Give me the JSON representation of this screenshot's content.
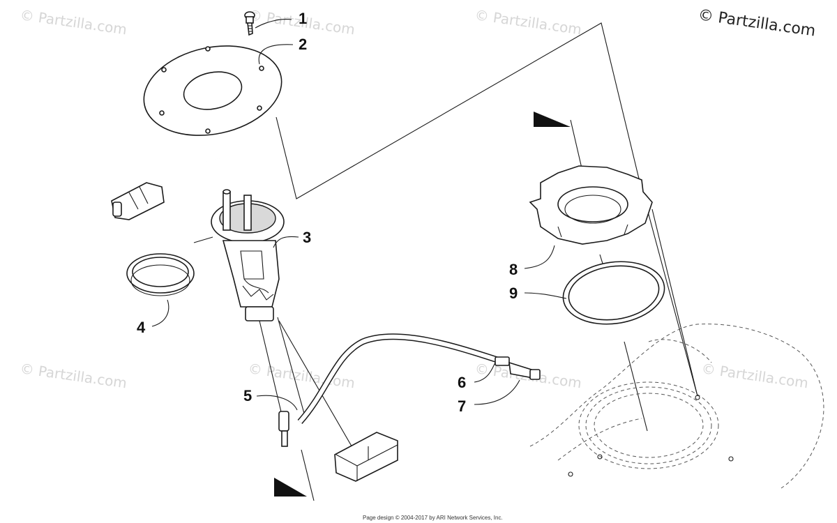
{
  "brand": {
    "text": "© Partzilla.com"
  },
  "watermark": {
    "text": "© Partzilla.com"
  },
  "footer": {
    "text": "Page design © 2004-2017 by ARI Network Services, Inc."
  },
  "callouts": [
    {
      "id": "1",
      "label": "1"
    },
    {
      "id": "2",
      "label": "2"
    },
    {
      "id": "3",
      "label": "3"
    },
    {
      "id": "4",
      "label": "4"
    },
    {
      "id": "5",
      "label": "5"
    },
    {
      "id": "6",
      "label": "6"
    },
    {
      "id": "7",
      "label": "7"
    },
    {
      "id": "8",
      "label": "8"
    },
    {
      "id": "9",
      "label": "9"
    }
  ],
  "colors": {
    "line": "#1a1a1a",
    "watermark": "#d6d6d6",
    "background": "#ffffff"
  }
}
